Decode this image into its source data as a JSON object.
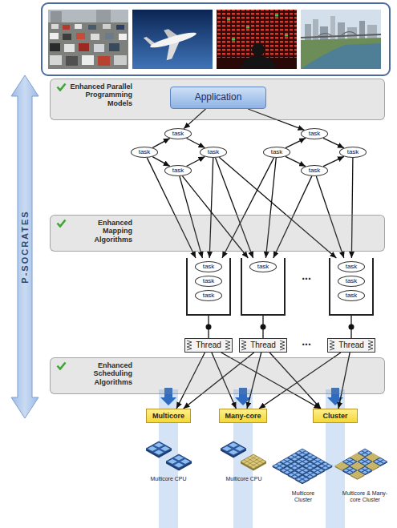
{
  "diagram": {
    "nodes": [
      {
        "text": [
          "Enhanced Parallel Programming Models"
        ]
      },
      {
        "text": [
          "Application"
        ],
        "in": 0
      },
      {
        "text": [
          "task"
        ]
      },
      {
        "text": [
          "task"
        ]
      },
      {
        "text": [
          "task"
        ]
      },
      {
        "text": [
          "task"
        ]
      },
      {
        "text": [
          "task"
        ]
      },
      {
        "text": [
          "task"
        ]
      },
      {
        "text": [
          "task"
        ]
      },
      {
        "text": [
          "task"
        ]
      },
      {
        "text": [
          "Enhanced Mapping Algorithms"
        ]
      },
      {
        "text": []
      },
      {
        "text": [
          "task"
        ],
        "in": 11
      },
      {
        "text": [
          "task"
        ],
        "in": 11
      },
      {
        "text": [
          "task"
        ],
        "in": 11
      },
      {
        "text": []
      },
      {
        "text": [
          "task"
        ],
        "in": 15
      },
      {
        "text": []
      },
      {
        "text": [
          "task"
        ],
        "in": 17
      },
      {
        "text": [
          "task"
        ],
        "in": 17
      },
      {
        "text": [
          "task"
        ],
        "in": 17
      },
      {
        "text": [
          "Thread"
        ]
      },
      {
        "text": [
          "Thread"
        ]
      },
      {
        "text": [
          "Thread"
        ]
      },
      {
        "text": [
          "Enhanced Scheduling Algorithms"
        ]
      },
      {
        "text": [
          "Multicore"
        ]
      },
      {
        "text": [
          "Many-core"
        ]
      },
      {
        "text": [
          "Cluster"
        ]
      }
    ],
    "edges": [
      {
        "from": 1,
        "to": 2,
        "arrow": "to"
      },
      {
        "from": 1,
        "to": 6,
        "arrow": "to"
      },
      {
        "from": 3,
        "to": 2,
        "arrow": "to"
      },
      {
        "from": 2,
        "to": 4,
        "arrow": "to"
      },
      {
        "from": 3,
        "to": 5,
        "arrow": "to"
      },
      {
        "from": 5,
        "to": 4,
        "arrow": "to"
      },
      {
        "from": 7,
        "to": 6,
        "arrow": "to"
      },
      {
        "from": 6,
        "to": 8,
        "arrow": "to"
      },
      {
        "from": 7,
        "to": 9,
        "arrow": "to"
      },
      {
        "from": 9,
        "to": 8,
        "arrow": "to"
      },
      {
        "from": 3,
        "to": 11,
        "arrow": "to"
      },
      {
        "from": 5,
        "to": 11,
        "arrow": "to"
      },
      {
        "from": 5,
        "to": 15,
        "arrow": "to"
      },
      {
        "from": 4,
        "to": 11,
        "arrow": "to"
      },
      {
        "from": 4,
        "to": 15,
        "arrow": "to"
      },
      {
        "from": 4,
        "to": 17,
        "arrow": "to"
      },
      {
        "from": 7,
        "to": 11,
        "arrow": "to"
      },
      {
        "from": 7,
        "to": 15,
        "arrow": "to"
      },
      {
        "from": 9,
        "to": 15,
        "arrow": "to"
      },
      {
        "from": 9,
        "to": 17,
        "arrow": "to"
      },
      {
        "from": 8,
        "to": 17,
        "arrow": "to"
      },
      {
        "from": 11,
        "to": 21,
        "arrow": "none"
      },
      {
        "from": 15,
        "to": 22,
        "arrow": "none"
      },
      {
        "from": 17,
        "to": 23,
        "arrow": "none"
      },
      {
        "from": 21,
        "to": 25,
        "arrow": "to"
      },
      {
        "from": 21,
        "to": 26,
        "arrow": "to"
      },
      {
        "from": 21,
        "to": 27,
        "arrow": "to"
      },
      {
        "from": 22,
        "to": 25,
        "arrow": "to"
      },
      {
        "from": 22,
        "to": 26,
        "arrow": "to"
      },
      {
        "from": 22,
        "to": 27,
        "arrow": "to"
      },
      {
        "from": 23,
        "to": 26,
        "arrow": "to"
      },
      {
        "from": 23,
        "to": 27,
        "arrow": "to"
      }
    ],
    "labels": [
      "P-SOCRATES",
      "...",
      "...",
      "Multicore CPU",
      "Multicore CPU",
      "Multicore Cluster",
      "Multicore & Many-core Cluster"
    ]
  }
}
